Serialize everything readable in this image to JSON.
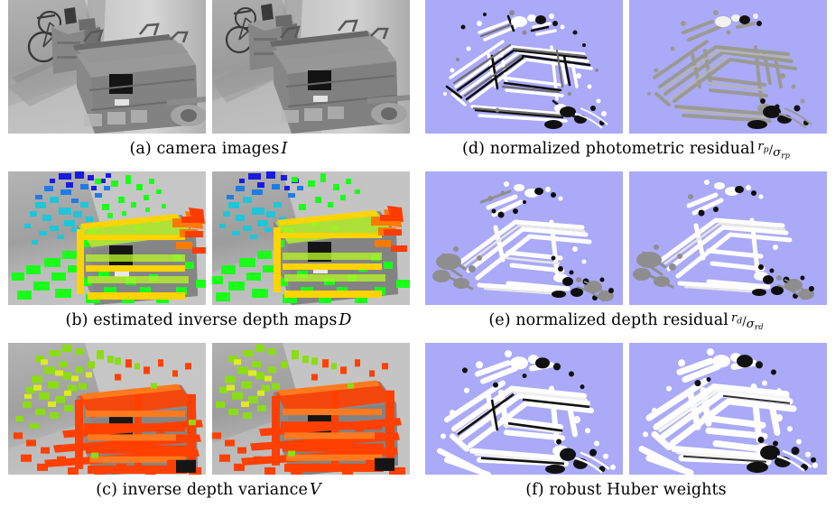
{
  "figure": {
    "type": "multi-panel-figure",
    "rows": 3,
    "columns": 2,
    "panels_per_cell": 2,
    "background_color": "#ffffff"
  },
  "colors": {
    "residual_background": "#aaaaf8",
    "image_gray_light": "#c8c8c8",
    "image_gray_mid": "#8d8d8d",
    "image_gray_dark": "#4a4a4a",
    "depth_near": "#ff3c00",
    "depth_mid_warm": "#ffd400",
    "depth_mid": "#19ff19",
    "depth_far": "#00b4ff",
    "depth_farthest": "#1a1ae0",
    "variance_high": "#ff4000",
    "variance_low": "#8cdc14"
  },
  "subfigures": [
    {
      "id": "a",
      "label": "(a)",
      "caption_text": "camera images",
      "symbol": "I",
      "symbol_kind": "italic",
      "position": "row1-left",
      "render": "grayscale_photo",
      "panels": [
        {
          "name": "camera-image-left",
          "background": "#9a9a9a"
        },
        {
          "name": "camera-image-right",
          "background": "#9a9a9a"
        }
      ]
    },
    {
      "id": "d",
      "label": "(d)",
      "caption_text": "normalized photometric residual",
      "symbol_kind": "fraction",
      "symbol_numerator": "r",
      "symbol_numerator_sub": "p",
      "symbol_denominator": "σ",
      "symbol_denominator_sub": "r",
      "symbol_denominator_sub2": "p",
      "position": "row1-right",
      "render": "residual_speckle",
      "panels": [
        {
          "name": "photometric-residual-left",
          "background": "#aaaaf8",
          "tone": "high-contrast"
        },
        {
          "name": "photometric-residual-right",
          "background": "#aaaaf8",
          "tone": "low-gray"
        }
      ]
    },
    {
      "id": "b",
      "label": "(b)",
      "caption_text": "estimated inverse depth maps",
      "symbol": "D",
      "symbol_kind": "italic",
      "position": "row2-left",
      "render": "inverse_depth_map",
      "panels": [
        {
          "name": "inverse-depth-map-left",
          "background": "#9a9a9a"
        },
        {
          "name": "inverse-depth-map-right",
          "background": "#9a9a9a"
        }
      ]
    },
    {
      "id": "e",
      "label": "(e)",
      "caption_text": "normalized depth residual",
      "symbol_kind": "fraction",
      "symbol_numerator": "r",
      "symbol_numerator_sub": "d",
      "symbol_denominator": "σ",
      "symbol_denominator_sub": "r",
      "symbol_denominator_sub2": "d",
      "position": "row2-right",
      "render": "residual_speckle",
      "panels": [
        {
          "name": "depth-residual-left",
          "background": "#aaaaf8",
          "tone": "light"
        },
        {
          "name": "depth-residual-right",
          "background": "#aaaaf8",
          "tone": "light"
        }
      ]
    },
    {
      "id": "c",
      "label": "(c)",
      "caption_text": "inverse depth variance",
      "symbol": "V",
      "symbol_kind": "italic",
      "position": "row3-left",
      "render": "variance_map",
      "panels": [
        {
          "name": "inverse-depth-variance-left",
          "background": "#9a9a9a"
        },
        {
          "name": "inverse-depth-variance-right",
          "background": "#9a9a9a"
        }
      ]
    },
    {
      "id": "f",
      "label": "(f)",
      "caption_text": "robust Huber weights",
      "symbol": "",
      "symbol_kind": "none",
      "position": "row3-right",
      "render": "residual_speckle",
      "panels": [
        {
          "name": "huber-weights-left",
          "background": "#aaaaf8",
          "tone": "white"
        },
        {
          "name": "huber-weights-right",
          "background": "#aaaaf8",
          "tone": "white"
        }
      ]
    }
  ],
  "captions": {
    "a": "(a) camera images",
    "b": "(b) estimated inverse depth maps",
    "c": "(c) inverse depth variance",
    "d": "(d) normalized photometric residual",
    "e": "(e) normalized depth residual",
    "f": "(f) robust Huber weights"
  },
  "scene_description": {
    "content": "indoor warehouse scene with bicycle, metal trolley carts and concrete pillar",
    "objects": [
      "bicycle",
      "trolley-cart",
      "crate",
      "concrete-pillar",
      "floor",
      "pipe"
    ]
  }
}
